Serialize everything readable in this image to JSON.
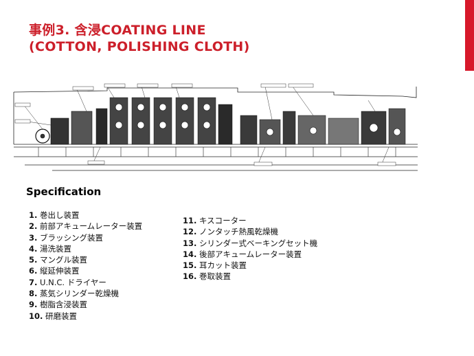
{
  "slide": {
    "title_line1": "事例3. 含浸COATING LINE",
    "title_line2": "(COTTON, POLISHING CLOTH)",
    "spec_heading": "Specification",
    "accent_color": "#d7182a",
    "title_color": "#cc1f2a"
  },
  "spec_left": [
    {
      "num": "1.",
      "label": "巻出し装置"
    },
    {
      "num": "2.",
      "label": "前部アキュームレーター装置"
    },
    {
      "num": "3.",
      "label": "ブラッシング装置"
    },
    {
      "num": "4.",
      "label": "湯洗装置"
    },
    {
      "num": "5.",
      "label": "マングル装置"
    },
    {
      "num": "6.",
      "label": "縦延伸装置"
    },
    {
      "num": "7.",
      "label": "U.N.C. ドライヤー"
    },
    {
      "num": "8.",
      "label": "蒸気シリンダー乾燥機"
    },
    {
      "num": "9.",
      "label": "樹脂含浸装置"
    },
    {
      "num": "10.",
      "label": "研磨装置"
    }
  ],
  "spec_right": [
    {
      "num": "11.",
      "label": "キスコーター"
    },
    {
      "num": "12.",
      "label": "ノンタッチ熱風乾燥機"
    },
    {
      "num": "13.",
      "label": "シリンダー式ベーキングセット機"
    },
    {
      "num": "14.",
      "label": "後部アキュームレーター装置"
    },
    {
      "num": "15.",
      "label": "耳カット装置"
    },
    {
      "num": "16.",
      "label": "巻取装置"
    }
  ]
}
